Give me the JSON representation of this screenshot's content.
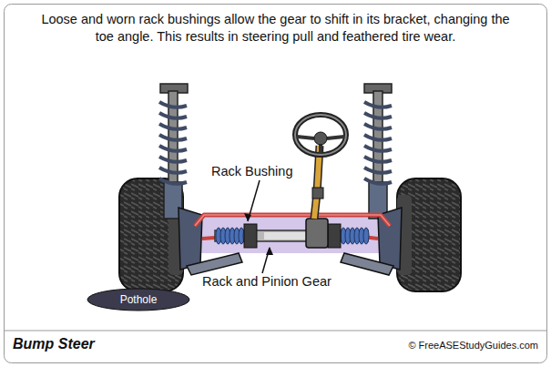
{
  "diagram": {
    "title": "Bump Steer",
    "caption": "Loose and worn rack bushings allow the gear to shift in its bracket, changing the toe angle. This results in steering pull and feathered tire wear.",
    "nodes": [
      {
        "text": [
          "Pothole"
        ]
      }
    ],
    "labels": [
      "Rack Bushing",
      "Rack and Pinion Gear",
      "© FreeASEStudyGuides.com"
    ]
  }
}
